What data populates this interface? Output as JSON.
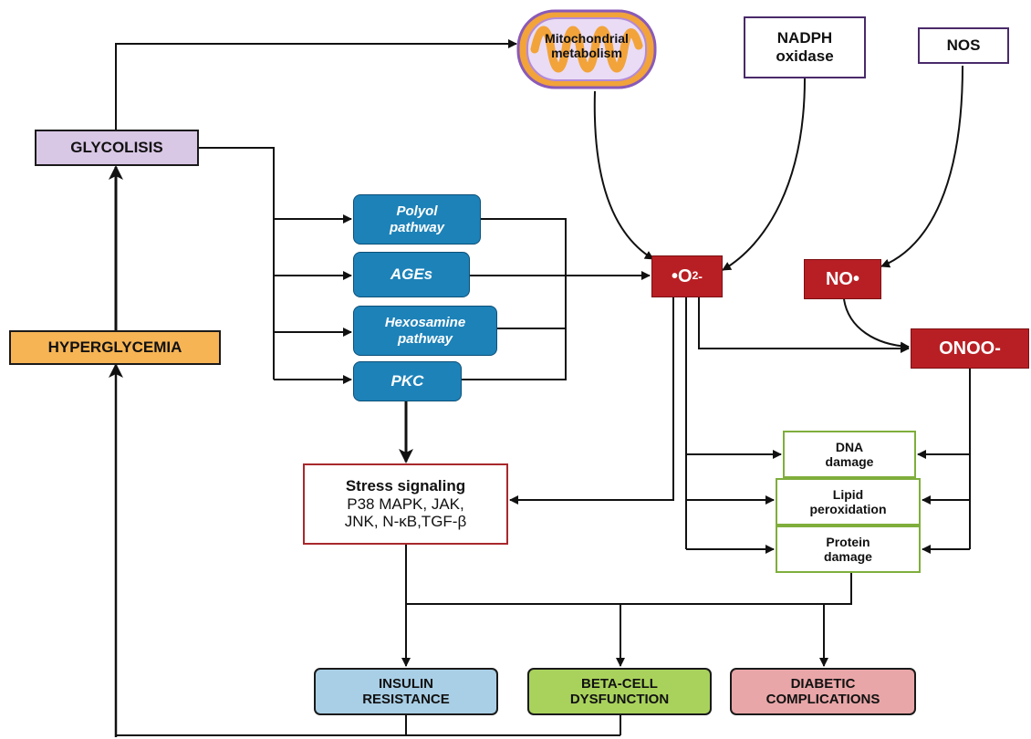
{
  "nodes": {
    "glycolisis": "GLYCOLISIS",
    "hyperglycemia": "HYPERGLYCEMIA",
    "mitochondrial_line1": "Mitochondrial",
    "mitochondrial_line2": "metabolism",
    "nadph_line1": "NADPH",
    "nadph_line2": "oxidase",
    "nos": "NOS",
    "polyol_line1": "Polyol",
    "polyol_line2": "pathway",
    "ages": "AGEs",
    "hexosamine_line1": "Hexosamine",
    "hexosamine_line2": "pathway",
    "pkc": "PKC",
    "superoxide_main": "•O",
    "superoxide_sub": "2",
    "superoxide_sup": "-",
    "no": "NO•",
    "onoo": "ONOO-",
    "stress_title": "Stress signaling",
    "stress_line2": "P38 MAPK, JAK,",
    "stress_line3": "JNK, N-κB,TGF-β",
    "dna_line1": "DNA",
    "dna_line2": "damage",
    "lipid_line1": "Lipid",
    "lipid_line2": "peroxidation",
    "protein_line1": "Protein",
    "protein_line2": "damage",
    "insulin_line1": "INSULIN",
    "insulin_line2": "RESISTANCE",
    "beta_line1": "BETA-CELL",
    "beta_line2": "DYSFUNCTION",
    "diabetic_line1": "DIABETIC",
    "diabetic_line2": "COMPLICATIONS"
  },
  "colors": {
    "purple": "#d9c7e6",
    "orange": "#f6b454",
    "pathway_blue": "#1d82b8",
    "radical_red": "#b81f24",
    "damage_green": "#7fae3c",
    "outcome_blue": "#a9cfe6",
    "outcome_green": "#a9d25c",
    "outcome_pink": "#e9a6a8",
    "mitochondria_fill": "#f2a33a",
    "mitochondria_outline": "#8a5ab8"
  }
}
